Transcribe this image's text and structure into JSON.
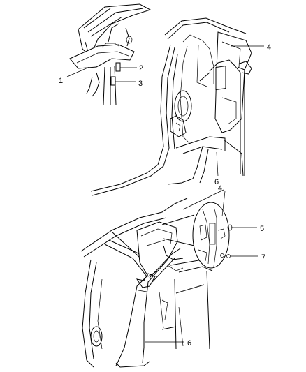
{
  "callouts": [
    {
      "id": "c1",
      "text": "1"
    },
    {
      "id": "c2",
      "text": "2"
    },
    {
      "id": "c3",
      "text": "3"
    },
    {
      "id": "c4a",
      "text": "4"
    },
    {
      "id": "c6a",
      "text": "6"
    },
    {
      "id": "c4b",
      "text": "4"
    },
    {
      "id": "c5",
      "text": "5"
    },
    {
      "id": "c7",
      "text": "7"
    },
    {
      "id": "c6b",
      "text": "6"
    }
  ]
}
